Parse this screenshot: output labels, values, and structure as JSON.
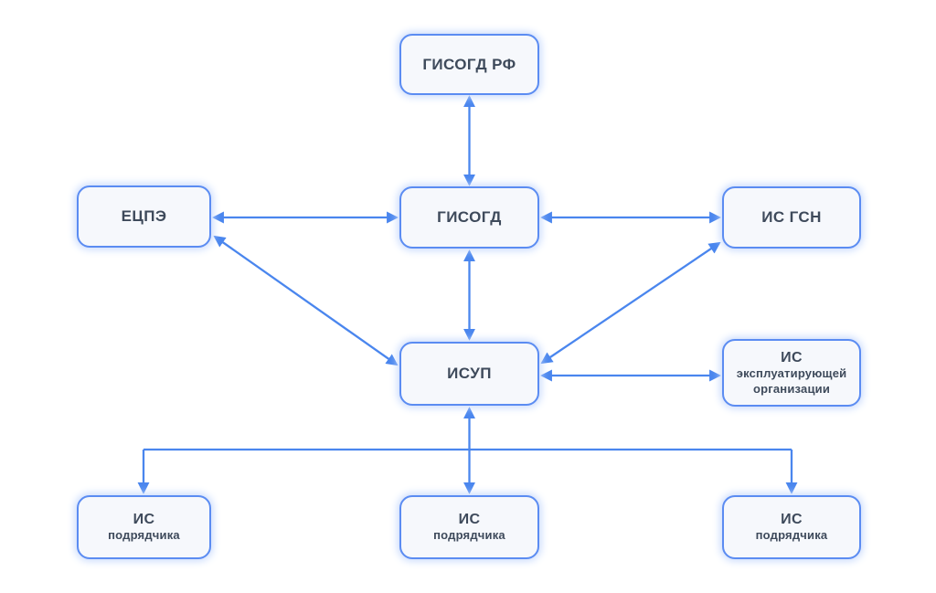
{
  "diagram": {
    "nodes": {
      "gisogd_rf": {
        "label": "ГИСОГД РФ"
      },
      "ecpe": {
        "label": "ЕЦПЭ"
      },
      "gisogd": {
        "label": "ГИСОГД"
      },
      "is_gsn": {
        "label": "ИС ГСН"
      },
      "isup": {
        "label": "ИСУП"
      },
      "is_operator": {
        "title": "ИС",
        "subtitle": "эксплуатирующей организации"
      },
      "is_contractor_1": {
        "title": "ИС",
        "subtitle": "подрядчика"
      },
      "is_contractor_2": {
        "title": "ИС",
        "subtitle": "подрядчика"
      },
      "is_contractor_3": {
        "title": "ИС",
        "subtitle": "подрядчика"
      }
    },
    "edges": [
      {
        "from": "gisogd",
        "to": "gisogd_rf",
        "direction": "both"
      },
      {
        "from": "ecpe",
        "to": "gisogd",
        "direction": "both"
      },
      {
        "from": "gisogd",
        "to": "is_gsn",
        "direction": "both"
      },
      {
        "from": "gisogd",
        "to": "isup",
        "direction": "both"
      },
      {
        "from": "ecpe",
        "to": "isup",
        "direction": "both"
      },
      {
        "from": "isup",
        "to": "is_gsn",
        "direction": "both"
      },
      {
        "from": "isup",
        "to": "is_operator",
        "direction": "both"
      },
      {
        "from": "isup",
        "to": "is_contractor_2",
        "direction": "both"
      },
      {
        "from": "isup",
        "to": "is_contractor_1",
        "direction": "to"
      },
      {
        "from": "isup",
        "to": "is_contractor_3",
        "direction": "to"
      }
    ]
  },
  "colors": {
    "accent": "#4a86ee",
    "node-border": "#5b8cf2",
    "node-fill": "#f6f8fc",
    "node-glow": "#c7d9fc",
    "text": "#3e4a5b",
    "background": "#ffffff"
  }
}
